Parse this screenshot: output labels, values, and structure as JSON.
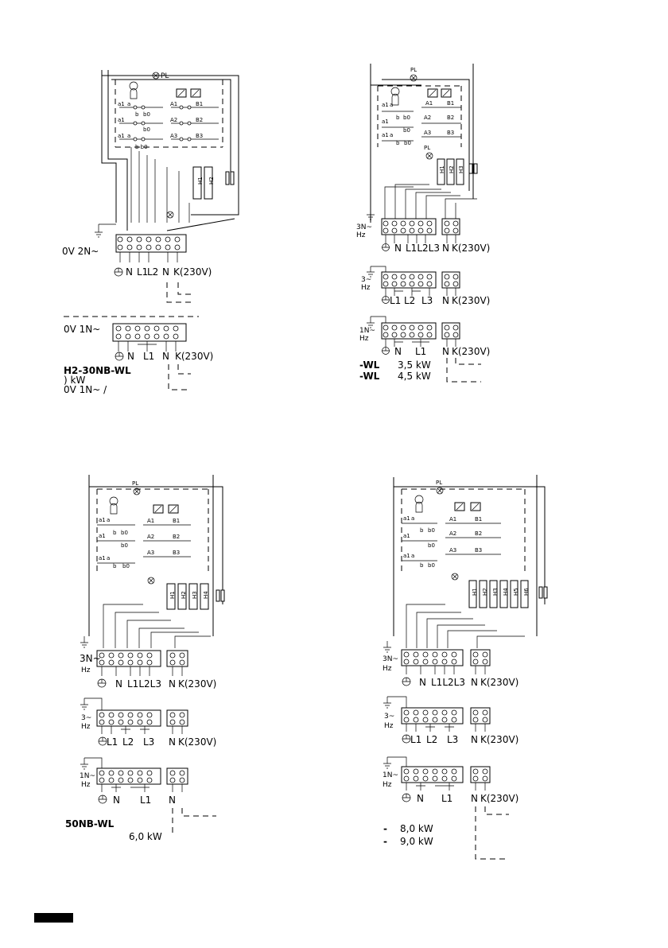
{
  "diagrams": [
    {
      "pl": "PL",
      "switches": [
        "a1",
        "a",
        "b0",
        "b",
        "a1",
        "b0",
        "a1",
        "a",
        "b b0",
        "A1",
        "B1",
        "A2",
        "B2",
        "A3",
        "B3"
      ],
      "heaters": [
        "H1",
        "H2"
      ],
      "supply_a": "0V 2N~",
      "terms_a": [
        "N",
        "L1",
        "L2",
        "N",
        "K(230V)"
      ],
      "supply_b": "0V 1N~",
      "terms_b": [
        "N",
        "L1",
        "N",
        "K(230V)"
      ],
      "model": "H2-30NB-WL",
      "note1": ") kW",
      "note2": "0V 1N~ /"
    },
    {
      "pl": "PL",
      "pl2": "PL",
      "switches": [
        "a1",
        "a",
        "b0",
        "b",
        "a1",
        "b0",
        "a1",
        "a",
        "b",
        "b0",
        "A1",
        "B1",
        "A2",
        "B2",
        "A3",
        "B3"
      ],
      "heaters": [
        "H1",
        "H2",
        "H3"
      ],
      "supply_a": "3N~",
      "hz": "Hz",
      "terms_a": [
        "N",
        "L1L2L3",
        "N",
        "K(230V)"
      ],
      "supply_b": "3~",
      "terms_b": [
        "L1",
        "L2",
        "L3",
        "N",
        "K(230V)"
      ],
      "supply_c": "1N~",
      "terms_c": [
        "N",
        "L1",
        "N",
        "K(230V)"
      ],
      "power_rows": [
        {
          "model": "-WL",
          "power": "3,5 kW"
        },
        {
          "model": "-WL",
          "power": "4,5 kW"
        }
      ]
    },
    {
      "pl": "PL",
      "switches": [
        "a1",
        "a",
        "b0",
        "b",
        "a1",
        "b0",
        "a1",
        "a",
        "b",
        "b0",
        "A1",
        "B1",
        "A2",
        "B2",
        "A3",
        "B3"
      ],
      "heaters": [
        "H1",
        "H2",
        "H3",
        "H4"
      ],
      "supply_a": "3N~",
      "hz": "Hz",
      "terms_a": [
        "N",
        "L1L2L3",
        "N",
        "K(230V)"
      ],
      "supply_b": "3~",
      "terms_b": [
        "L1",
        "L2",
        "L3",
        "N",
        "K(230V)"
      ],
      "supply_c": "1N~",
      "terms_c": [
        "N",
        "L1",
        "N"
      ],
      "model": "50NB-WL",
      "note": "6,0 kW"
    },
    {
      "pl": "PL",
      "switches": [
        "a1",
        "a",
        "b0",
        "b",
        "a1",
        "b0",
        "a1",
        "a",
        "b",
        "b0",
        "A1",
        "B1",
        "A2",
        "B2",
        "A3",
        "B3"
      ],
      "heaters": [
        "H1",
        "H2",
        "H3",
        "H4",
        "H5",
        "H6"
      ],
      "supply_a": "3N~",
      "hz": "Hz",
      "terms_a": [
        "N",
        "L1L2L3",
        "N",
        "K(230V)"
      ],
      "supply_b": "3~",
      "terms_b": [
        "L1",
        "L2",
        "L3",
        "N",
        "K(230V)"
      ],
      "supply_c": "1N~",
      "terms_c": [
        "N",
        "L1",
        "N",
        "K(230V)"
      ],
      "power_rows": [
        {
          "model": "-",
          "power": "8,0 kW"
        },
        {
          "model": "-",
          "power": "9,0 kW"
        }
      ]
    }
  ],
  "colors": {
    "ink": "#000000",
    "paper": "#ffffff"
  }
}
